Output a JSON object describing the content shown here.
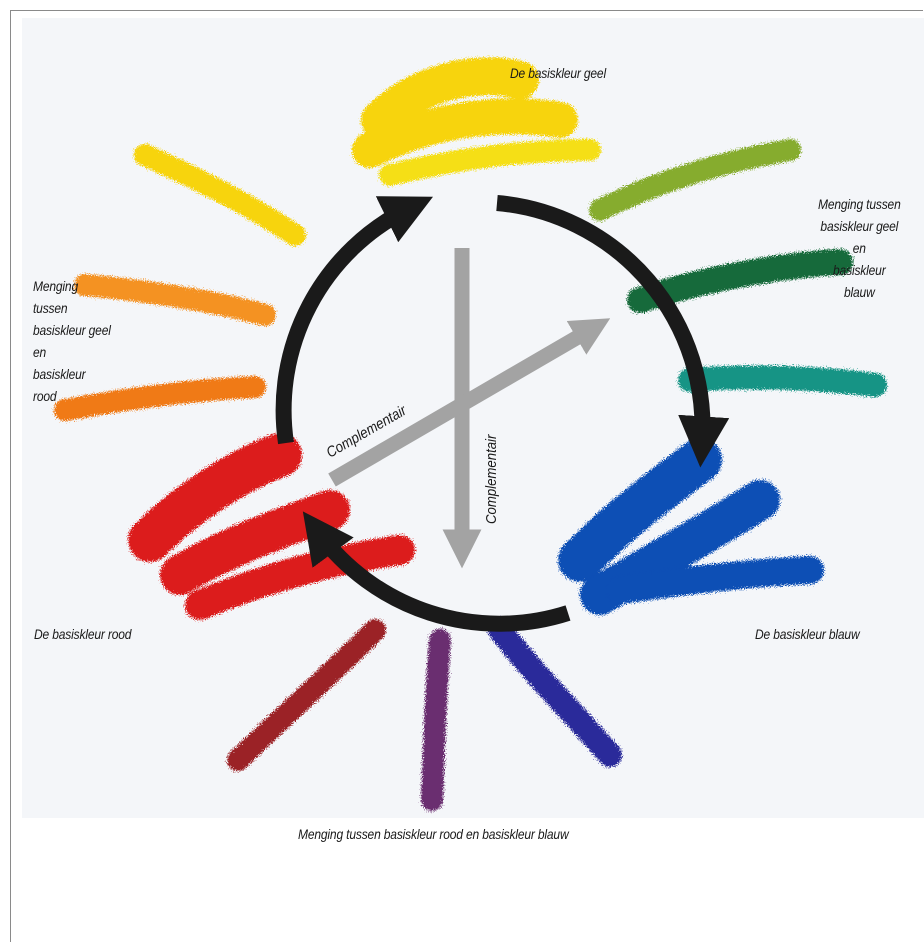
{
  "labels": {
    "yellow": "De basiskleur geel",
    "green_mix": "Menging tussen\nbasiskleur geel\nen\nbasiskleur\nblauw",
    "orange_mix": "Menging\ntussen\nbasiskleur geel\nen\nbasiskleur\nrood",
    "red": "De basiskleur rood",
    "blue": "De basiskleur blauw",
    "purple_mix": "Menging tussen basiskleur rood en basiskleur blauw"
  },
  "arrows": {
    "diagonal_label": "Complementair",
    "vertical_label": "Complementair"
  },
  "colors": {
    "yellow": "#f7d40a",
    "yellow_light": "#f5df18",
    "yellow_green": "#86ac2e",
    "green": "#146b3a",
    "teal": "#139485",
    "blue": "#0b4fb5",
    "indigo": "#2a2c9a",
    "purple": "#6a2f6f",
    "maroon": "#9b2226",
    "red": "#dc1e1e",
    "orange": "#f07a12",
    "orange_light": "#f49224",
    "circle_arrow": "#1a1a1a",
    "complement_arrow": "#a3a3a3"
  }
}
